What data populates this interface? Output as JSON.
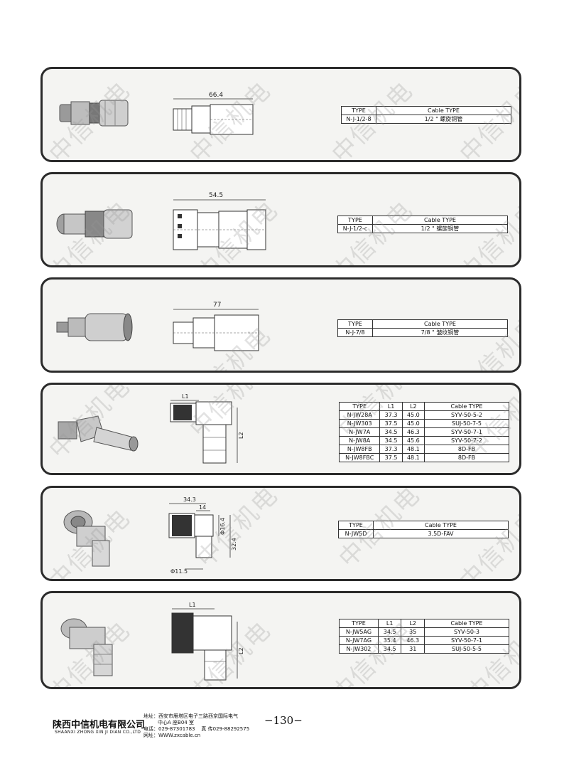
{
  "watermark": "中信机电",
  "products": [
    {
      "dimension": "66.4",
      "columns": [
        "TYPE",
        "Cable TYPE"
      ],
      "rows": [
        [
          "N-J-1/2-8",
          "1/2 \" 螺旋铜管"
        ]
      ]
    },
    {
      "dimension": "54.5",
      "columns": [
        "TYPE",
        "Cable TYPE"
      ],
      "rows": [
        [
          "N-J-1/2-c",
          "1/2 \" 螺旋铜管"
        ]
      ]
    },
    {
      "dimension": "77",
      "columns": [
        "TYPE",
        "Cable TYPE"
      ],
      "rows": [
        [
          "N-J-7/8",
          "7/8 \" 皱纹铜管"
        ]
      ]
    },
    {
      "dim_l1": "L1",
      "dim_l2": "L2",
      "columns": [
        "TYPE",
        "L1",
        "L2",
        "Cable TYPE"
      ],
      "rows": [
        [
          "N-JW28A",
          "37.3",
          "45.0",
          "SYV-50-5-2"
        ],
        [
          "N-JW303",
          "37.5",
          "45.0",
          "SUJ-50-7-5"
        ],
        [
          "N-JW7A",
          "34.5",
          "46.3",
          "SYV-50-7-1"
        ],
        [
          "N-JW8A",
          "34.5",
          "45.6",
          "SYV-50-7-2"
        ],
        [
          "N-JW8FB",
          "37.3",
          "48.1",
          "8D-FB"
        ],
        [
          "N-JW8FBC",
          "37.5",
          "48.1",
          "8D-FB"
        ]
      ]
    },
    {
      "dim_a": "34.3",
      "dim_b": "14",
      "dim_c": "Φ16.4",
      "dim_d": "32.4",
      "dim_e": "Φ11.5",
      "columns": [
        "TYPE",
        "Cable TYPE"
      ],
      "rows": [
        [
          "N-JW5D",
          "3.5D-FAV"
        ]
      ]
    },
    {
      "dim_l1": "L1",
      "dim_l2": "L2",
      "columns": [
        "TYPE",
        "L1",
        "L2",
        "Cable TYPE"
      ],
      "rows": [
        [
          "N-JW5AG",
          "34.5",
          "35",
          "SYV-50-3"
        ],
        [
          "N-JW7AG",
          "35.4",
          "46.3",
          "SYV-50-7-1"
        ],
        [
          "N-JW302",
          "34.5",
          "31",
          "SUJ-50-5-5"
        ]
      ]
    }
  ],
  "footer": {
    "company_cn": "陕西中信机电有限公司",
    "company_en": "SHAANXI ZHONG XIN JI DIAN CO.,LTD",
    "address_line1": "地址：西安市雁塔区电子三路西京国际电气",
    "address_line2": "中心A 座B04 室",
    "phone": "电话：029-87301783",
    "fax": "真  传029-88292575",
    "website": "网址：WWW.zxcable.cn",
    "page_number": "−130−"
  }
}
